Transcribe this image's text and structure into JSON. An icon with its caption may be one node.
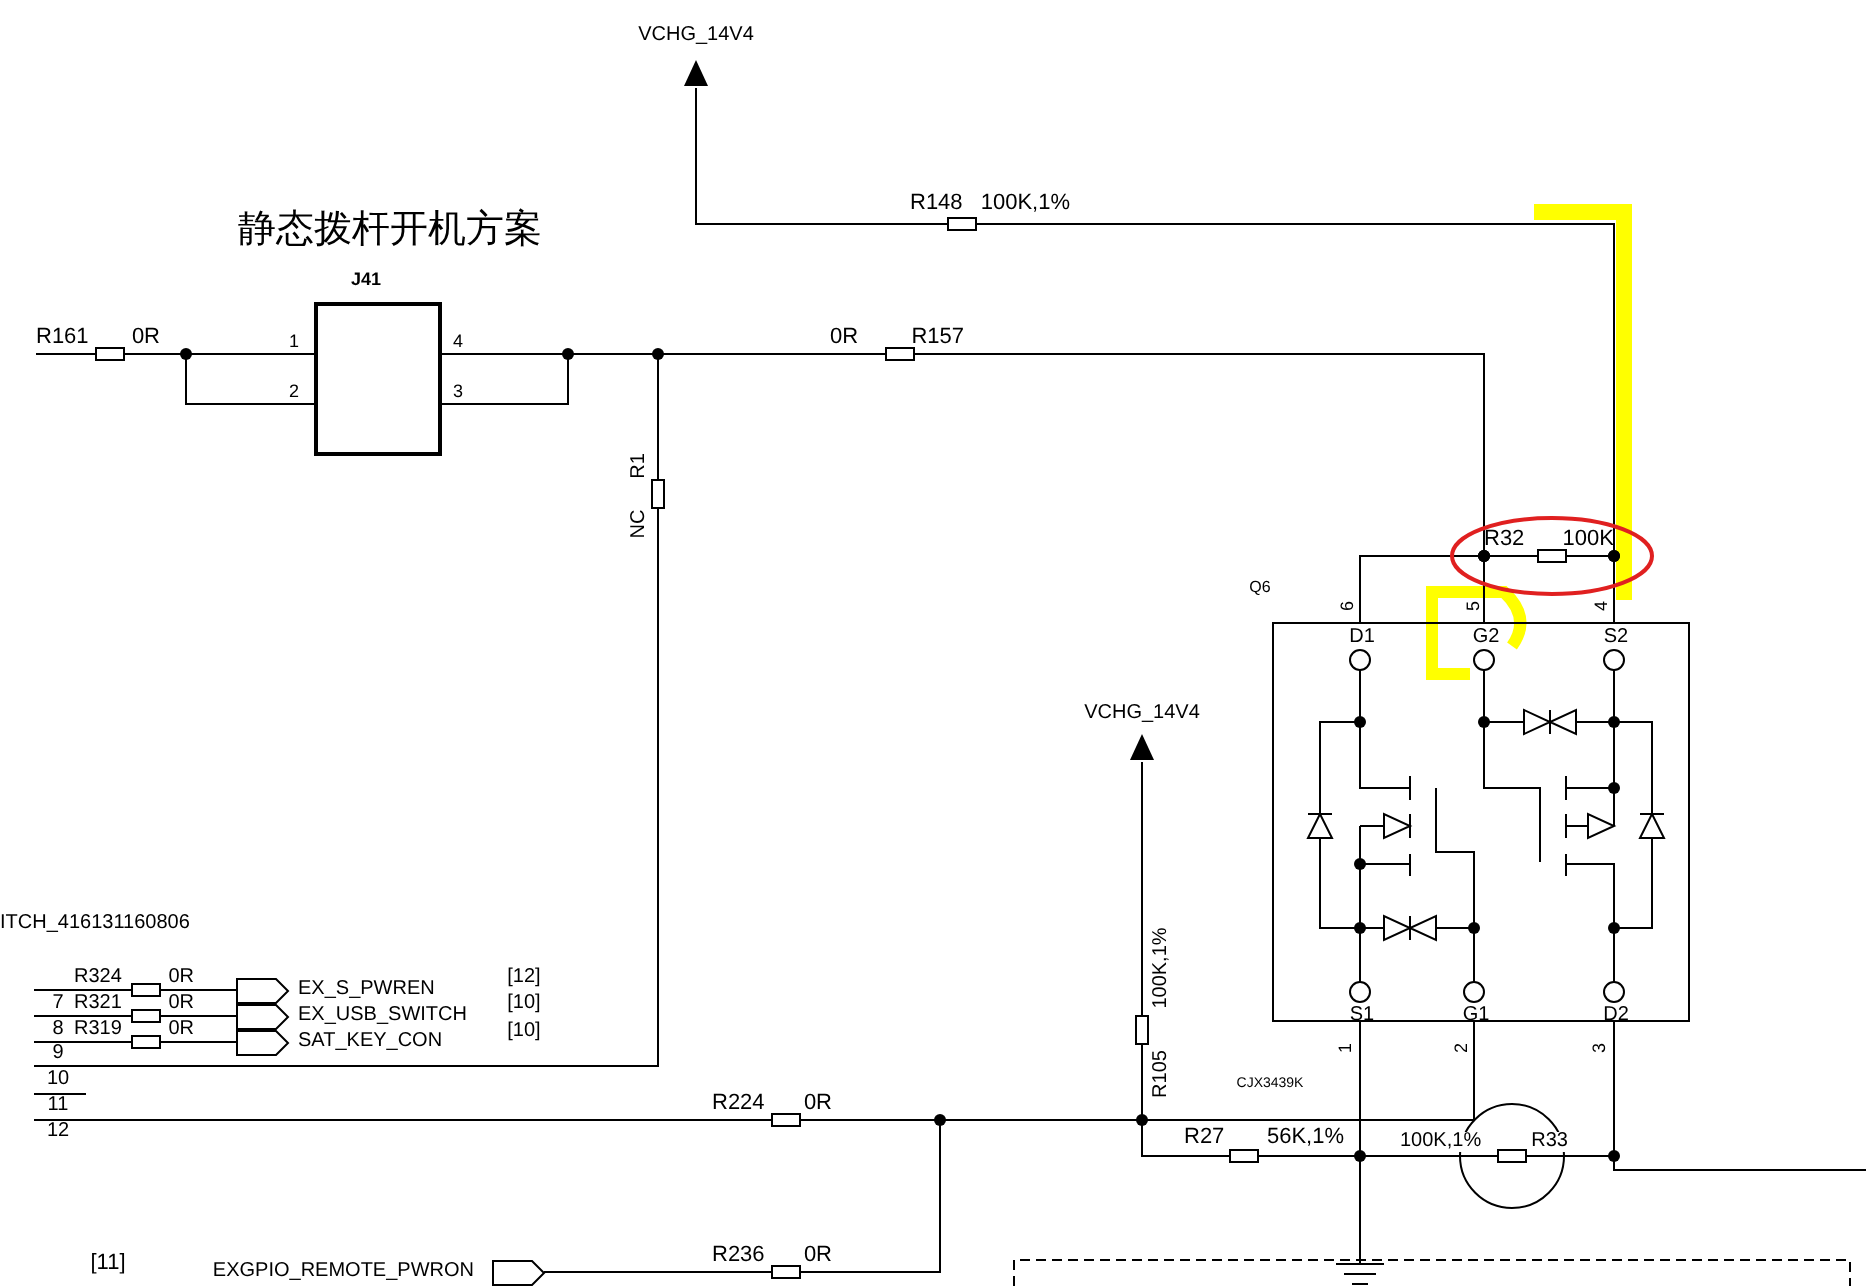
{
  "diagram": {
    "title": "静态拨杆开机方案",
    "nodes": [
      {
        "text": [
          "VCHG_14V4"
        ]
      },
      {
        "text": [
          "R148",
          "100K,1%"
        ]
      },
      {
        "text": [
          "R161",
          "0R"
        ]
      },
      {
        "text": [
          "J41"
        ],
        "beside": [
          "1",
          "4",
          "2",
          "3"
        ]
      },
      {
        "text": [
          "0R",
          "R157"
        ]
      },
      {
        "text": [
          "R1",
          "NC"
        ]
      },
      {
        "text": [
          "R32",
          "100K"
        ]
      },
      {
        "text": [
          "D1",
          "G2",
          "S2",
          "S1",
          "G1",
          "D2"
        ]
      },
      {
        "text": [
          "VCHG_14V4"
        ]
      },
      {
        "text": [
          "100K,1%",
          "R105"
        ]
      },
      {
        "text": [
          "R27",
          "56K,1%"
        ]
      },
      {
        "text": [
          "100K,1%",
          "R33"
        ]
      },
      {
        "text": [
          "R224",
          "0R"
        ]
      },
      {
        "text": [
          "R236",
          "0R"
        ]
      },
      {
        "text": [
          "EXGPIO_REMOTE_PWRON"
        ]
      },
      {
        "text": [
          "R324",
          "0R"
        ]
      },
      {
        "text": [
          "R321",
          "0R"
        ]
      },
      {
        "text": [
          "R319",
          "0R"
        ]
      },
      {
        "text": [
          "EX_S_PWREN"
        ]
      },
      {
        "text": [
          "EX_USB_SWITCH"
        ]
      },
      {
        "text": [
          "SAT_KEY_CON"
        ]
      },
      {
        "text": [
          "7"
        ]
      },
      {
        "text": [
          "8"
        ]
      },
      {
        "text": [
          "9"
        ]
      },
      {
        "text": [
          "10"
        ]
      },
      {
        "text": [
          "12"
        ]
      }
    ],
    "edges": [
      {
        "from": 1,
        "to": 0,
        "arrow": "none"
      },
      {
        "from": 1,
        "to": 6,
        "arrow": "other"
      },
      {
        "from": 2,
        "to": 3,
        "arrow": "none"
      },
      {
        "from": 3,
        "to": 4,
        "arrow": "none"
      },
      {
        "from": 3,
        "to": 5,
        "arrow": "none"
      },
      {
        "from": 4,
        "to": 6,
        "arrow": "other"
      },
      {
        "from": 7,
        "to": 6,
        "arrow": "other"
      },
      {
        "from": 7,
        "to": 6,
        "arrow": "other"
      },
      {
        "from": 7,
        "to": 6,
        "arrow": "other"
      },
      {
        "from": 5,
        "to": 24,
        "arrow": "none"
      },
      {
        "from": 9,
        "to": 8,
        "arrow": "none"
      },
      {
        "from": 9,
        "to": 10,
        "arrow": "none"
      },
      {
        "from": 12,
        "to": 9,
        "arrow": "none"
      },
      {
        "from": 12,
        "to": 7,
        "arrow": "none"
      },
      {
        "from": 13,
        "to": 12,
        "arrow": "none"
      },
      {
        "from": 14,
        "to": 13,
        "arrow": "none"
      },
      {
        "from": 10,
        "to": 7,
        "arrow": "none"
      },
      {
        "from": 10,
        "to": 11,
        "arrow": "none"
      },
      {
        "from": 11,
        "to": 7,
        "arrow": "none"
      },
      {
        "from": 11,
        "to": null,
        "arrow": "none"
      },
      {
        "from": 25,
        "to": 12,
        "arrow": "none"
      },
      {
        "from": 21,
        "to": 15,
        "arrow": "none"
      },
      {
        "from": 22,
        "to": 16,
        "arrow": "none"
      },
      {
        "from": 23,
        "to": 17,
        "arrow": "none"
      },
      {
        "from": 15,
        "to": 18,
        "arrow": "none"
      },
      {
        "from": 16,
        "to": 19,
        "arrow": "none"
      },
      {
        "from": 17,
        "to": 20,
        "arrow": "none"
      }
    ],
    "labels": [
      "Q6",
      "6",
      "5",
      "4",
      "ITCH_416131160806",
      "[12]",
      "[10]",
      "[10]",
      "11",
      "1",
      "2",
      "3",
      "CJX3439K",
      "[11]"
    ]
  }
}
